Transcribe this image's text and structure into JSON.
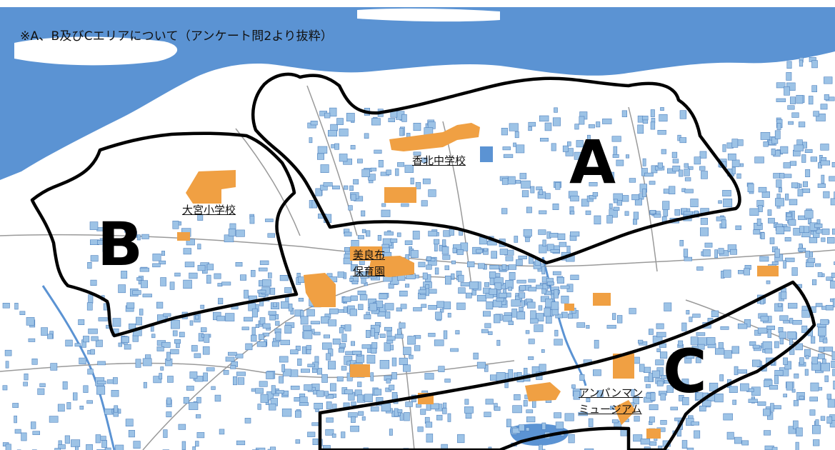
{
  "note": "※A、B及びCエリアについて（アンケート問2より抜粋）",
  "areas": {
    "a": "A",
    "b": "B",
    "c": "C"
  },
  "places": {
    "kahoku_jhs": "香北中学校",
    "omiya_es": "大宮小学校",
    "birafu_nursery_1": "美良布",
    "birafu_nursery_2": "保育園",
    "anpanman_1": "アンパンマン",
    "anpanman_2": "ミュージアム"
  },
  "colors": {
    "river": "#5b93d3",
    "building": "#9dc3e6",
    "building_edge": "#4f81bd",
    "facility": "#f0a043",
    "boundary": "#000000",
    "road": "#9a9a9a"
  }
}
